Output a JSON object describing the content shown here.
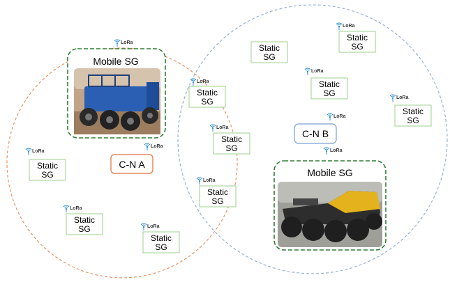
{
  "mobile_sg_label": "Mobile SG",
  "static_sg_line1": "Static",
  "static_sg_line2": "SG",
  "lora_label": "LoRa",
  "cn_a_label": "C-N A",
  "cn_b_label": "C-N B",
  "colors": {
    "zone_a": "#e89a6c",
    "zone_b": "#9fb4dc",
    "static_box": "#9ccf8e",
    "mobile_box": "#2f7d32",
    "cn_a_border": "#e8895a",
    "cn_b_border": "#8fb1dc",
    "lora_icon": "#2f8fd0"
  },
  "icons": {
    "lora": "lora-antenna-icon",
    "robot_a": "blue-rover-robot-image",
    "robot_b": "yellow-amphibious-vehicle-image"
  }
}
